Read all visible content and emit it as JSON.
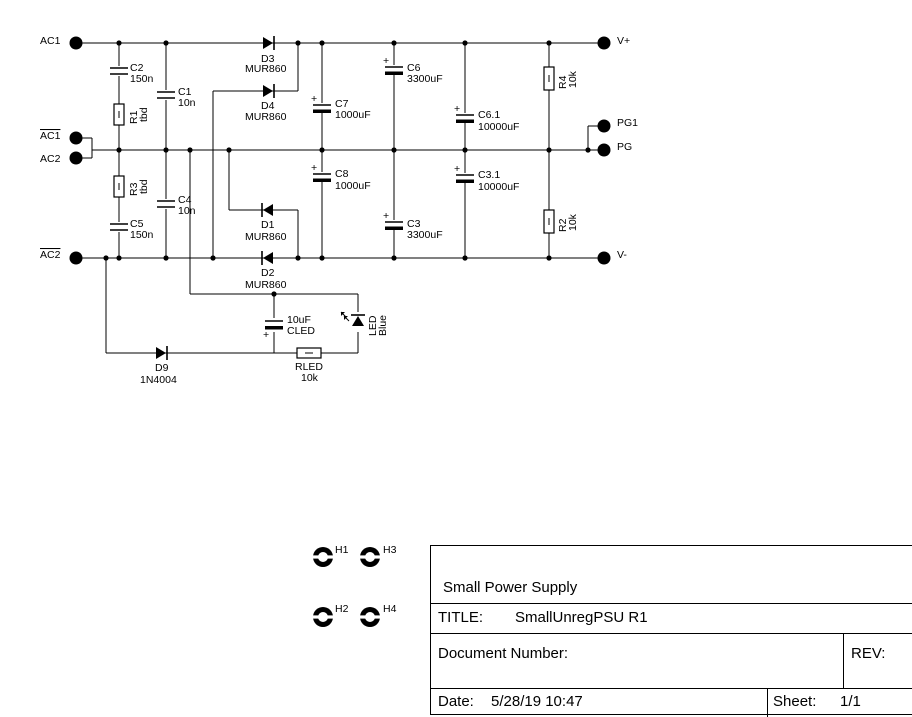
{
  "schematic": {
    "nets": {
      "ac1": "AC1",
      "ac1_bar": "AC1",
      "ac2": "AC2",
      "ac2_bar": "AC2",
      "vplus": "V+",
      "vminus": "V-",
      "pg": "PG",
      "pg1": "PG1"
    },
    "components": {
      "c2": {
        "ref": "C2",
        "value": "150n"
      },
      "r1": {
        "ref": "R1",
        "value": "tbd"
      },
      "r3": {
        "ref": "R3",
        "value": "tbd"
      },
      "c5": {
        "ref": "C5",
        "value": "150n"
      },
      "c1": {
        "ref": "C1",
        "value": "10n"
      },
      "c4": {
        "ref": "C4",
        "value": "10n"
      },
      "d3": {
        "ref": "D3",
        "value": "MUR860"
      },
      "d4": {
        "ref": "D4",
        "value": "MUR860"
      },
      "d1": {
        "ref": "D1",
        "value": "MUR860"
      },
      "d2": {
        "ref": "D2",
        "value": "MUR860"
      },
      "c7": {
        "ref": "C7",
        "value": "1000uF"
      },
      "c8": {
        "ref": "C8",
        "value": "1000uF"
      },
      "c6": {
        "ref": "C6",
        "value": "3300uF"
      },
      "c3": {
        "ref": "C3",
        "value": "3300uF"
      },
      "c61": {
        "ref": "C6.1",
        "value": "10000uF"
      },
      "c31": {
        "ref": "C3.1",
        "value": "10000uF"
      },
      "r4": {
        "ref": "R4",
        "value": "10k"
      },
      "r2": {
        "ref": "R2",
        "value": "10k"
      },
      "cled": {
        "ref": "CLED",
        "value": "10uF"
      },
      "led": {
        "ref": "LED",
        "value": "Blue"
      },
      "rled": {
        "ref": "RLED",
        "value": "10k"
      },
      "d9": {
        "ref": "D9",
        "value": "1N4004"
      }
    },
    "holes": [
      "H1",
      "H2",
      "H3",
      "H4"
    ]
  },
  "title_block": {
    "heading": "Small Power Supply",
    "title_label": "TITLE:",
    "title_value": "SmallUnregPSU R1",
    "docnum_label": "Document Number:",
    "rev_label": "REV:",
    "date_label": "Date:",
    "date_value": "5/28/19 10:47",
    "sheet_label": "Sheet:",
    "sheet_value": "1/1"
  }
}
